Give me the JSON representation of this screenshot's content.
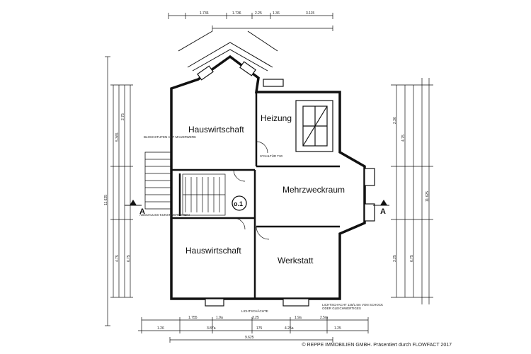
{
  "rooms": {
    "hauswirtschaft_top": "Hauswirtschaft",
    "heizung": "Heizung",
    "mehrzweckraum": "Mehrzweckraum",
    "hauswirtschaft_bottom": "Hauswirtschaft",
    "werkstatt": "Werkstatt"
  },
  "section_markers": {
    "left": "A",
    "right": "A",
    "circle": "o.1"
  },
  "notes": {
    "blockstufen": "BLOCKSTUFEN AUF MAUERWERK",
    "abschluss": "ABSCHLUSS-KUNSTWERKSTEIN",
    "stahltur": "STAHLTÜR T30",
    "lichtschacht_line1": "LICHTSCHACHT 125/1.5m VON SCHOCK",
    "lichtschacht_line2": "ODER GLEICHWERTIGES",
    "lichtschachte": "LICHTSCHÄCHTE"
  },
  "dimensions": {
    "top": [
      "1.736",
      "1.736",
      "2.25",
      "1.36",
      "3.115"
    ],
    "bottom_row1": [
      "1.755",
      "1.9a",
      "3.25",
      "1.9a",
      "2.5m"
    ],
    "bottom_row2": [
      "1.26",
      "3.87a",
      "175",
      "4.25a",
      "1.25"
    ],
    "bottom_total": "9.625",
    "left": [
      "2.75",
      "5.365",
      "6.75",
      "11.625",
      "4.75"
    ],
    "right": [
      "2.36",
      "4.75",
      "11.625",
      "3.25",
      "6.75"
    ]
  },
  "copyright": "© REPPE IMMOBILIEN GMBH. Präsentiert durch FLOWFACT 2017"
}
